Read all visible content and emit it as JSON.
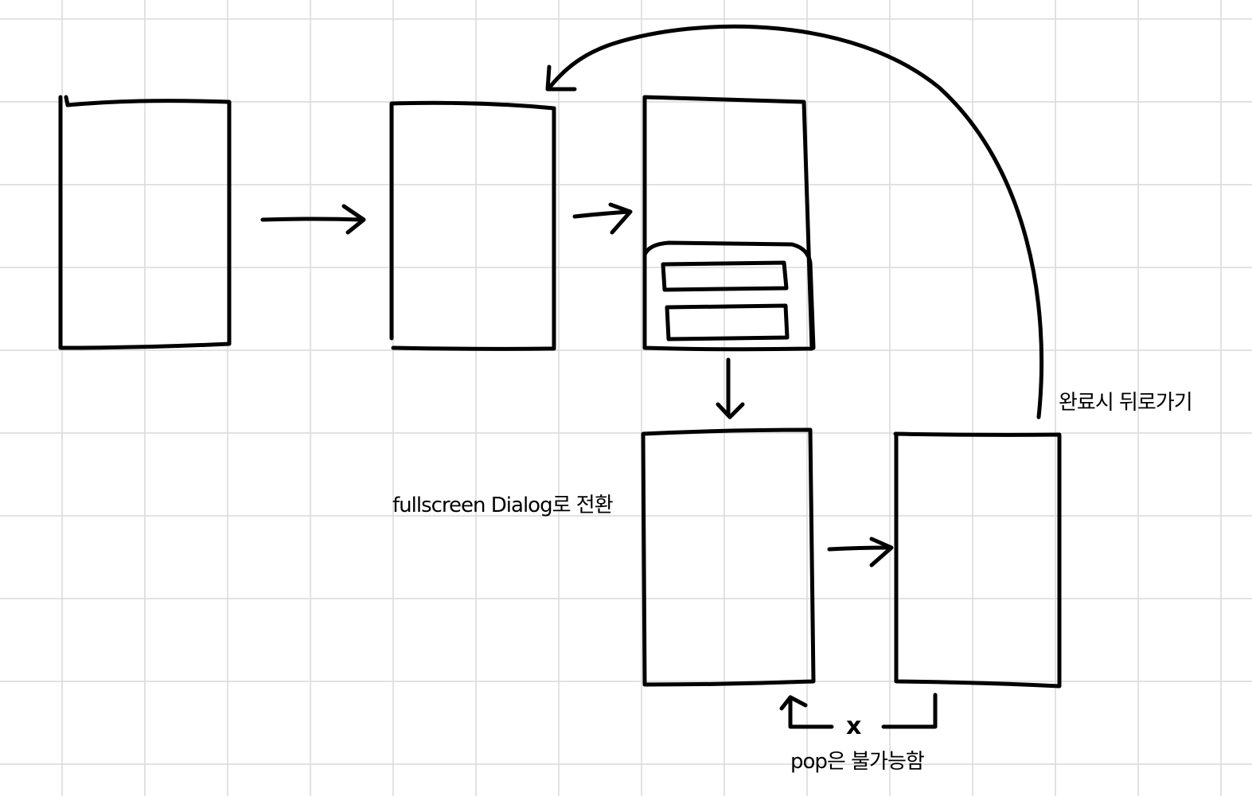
{
  "colors": {
    "background": "#ffffff",
    "grid": "#d9d9d9",
    "ink": "#000000"
  },
  "labels": {
    "fullscreen_dialog": "fullscreen Dialog로 전환",
    "return_on_complete": "완료시 뒤로가기",
    "pop_impossible": "pop은 불가능함",
    "blocked_mark": "x"
  }
}
